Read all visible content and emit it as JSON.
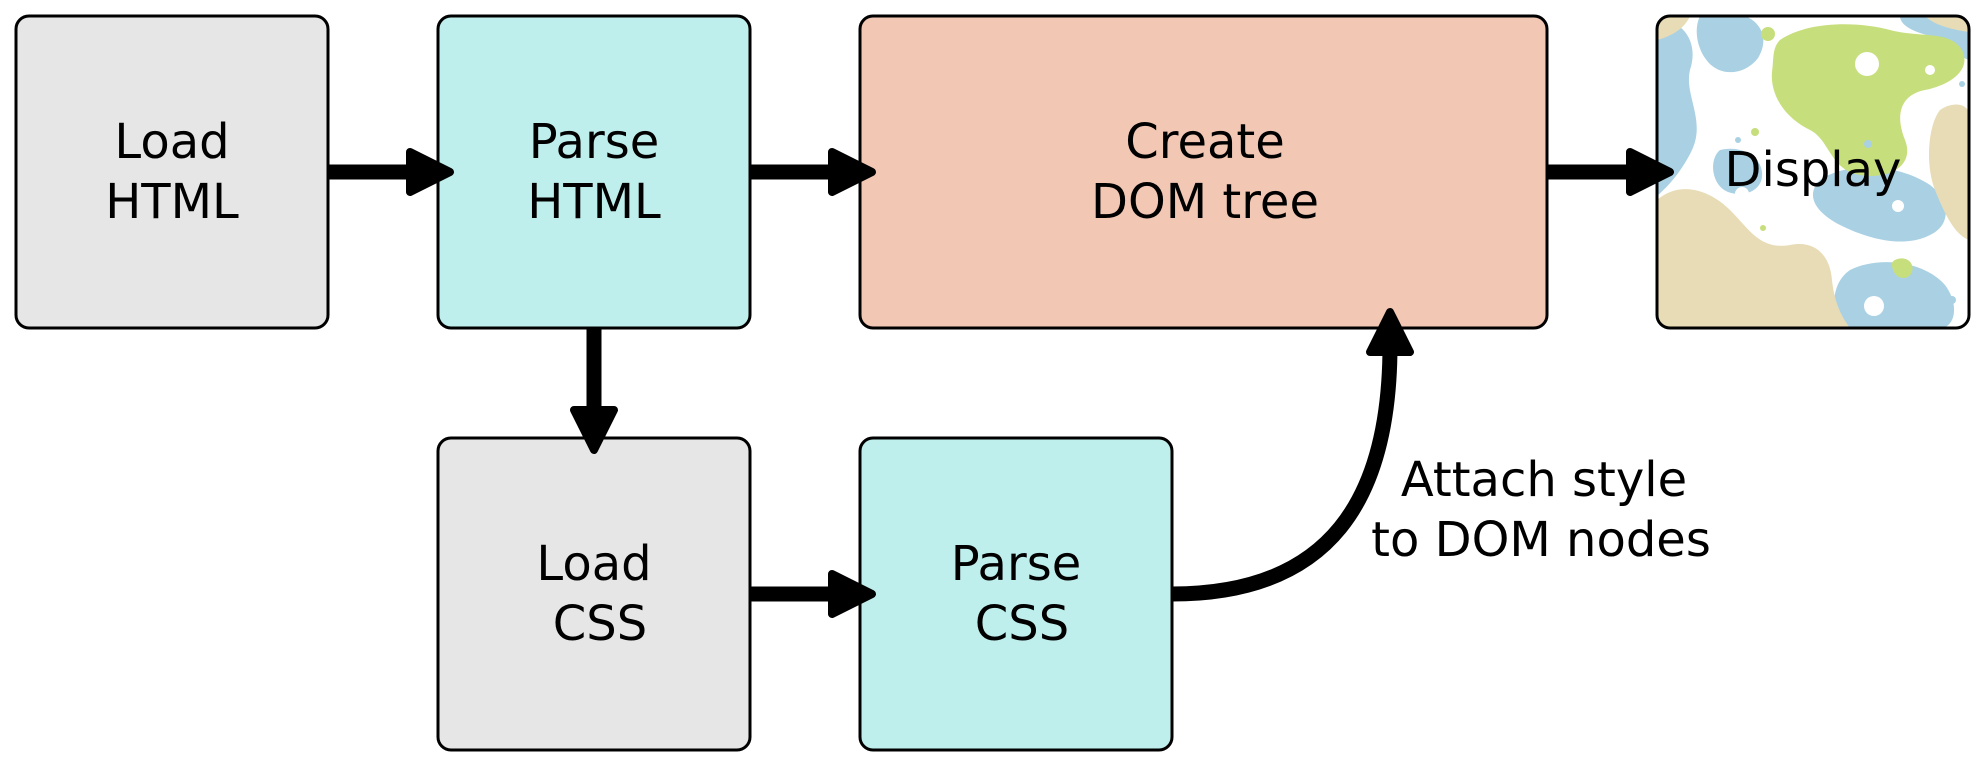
{
  "colors": {
    "load": "#e6e6e6",
    "parse": "#bfefed",
    "dom": "#f2c7b4",
    "display_bg": "#ffffff",
    "display_blue": "#a9d1e3",
    "display_green": "#c7de7c",
    "display_tan": "#e8dcb6",
    "stroke": "#000000"
  },
  "nodes": {
    "load_html": {
      "lines": [
        "Load",
        "HTML"
      ]
    },
    "parse_html": {
      "lines": [
        "Parse",
        "HTML"
      ]
    },
    "create_dom": {
      "lines": [
        "Create",
        "DOM tree"
      ]
    },
    "display": {
      "lines": [
        "Display"
      ]
    },
    "load_css": {
      "lines": [
        "Load",
        "CSS"
      ]
    },
    "parse_css": {
      "lines": [
        "Parse",
        "CSS"
      ]
    }
  },
  "edge_labels": {
    "attach_style": [
      "Attach style",
      "to DOM nodes"
    ]
  }
}
